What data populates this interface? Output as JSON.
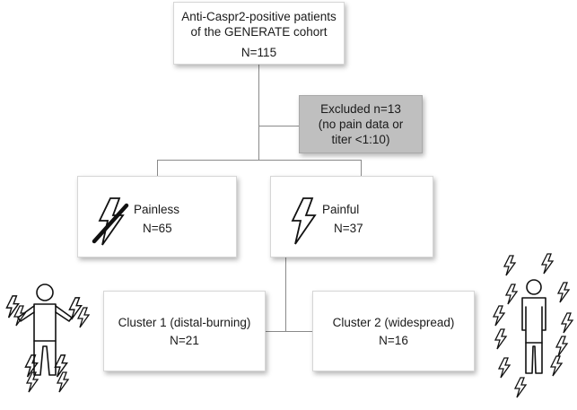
{
  "nodes": {
    "cohort": {
      "line1": "Anti-Caspr2-positive patients",
      "line2": "of the GENERATE cohort",
      "count": "N=115"
    },
    "excluded": {
      "line1": "Excluded n=13",
      "line2": "(no pain data or",
      "line3": "titer <1:10)"
    },
    "painless": {
      "label": "Painless",
      "count": "N=65"
    },
    "painful": {
      "label": "Painful",
      "count": "N=37"
    },
    "cluster1": {
      "label": "Cluster 1 (distal-burning)",
      "count": "N=21"
    },
    "cluster2": {
      "label": "Cluster 2 (widespread)",
      "count": "N=16"
    }
  },
  "icons": {
    "painless_box": "crossed-lightning-icon",
    "painful_box": "lightning-icon",
    "left_figure": "person-distal-pain-icon",
    "right_figure": "person-widespread-pain-icon"
  },
  "colors": {
    "box_fill": "#ffffff",
    "excluded_fill": "#bfbfbf",
    "connector": "#8a8a8a",
    "icon_stroke": "#111111"
  }
}
